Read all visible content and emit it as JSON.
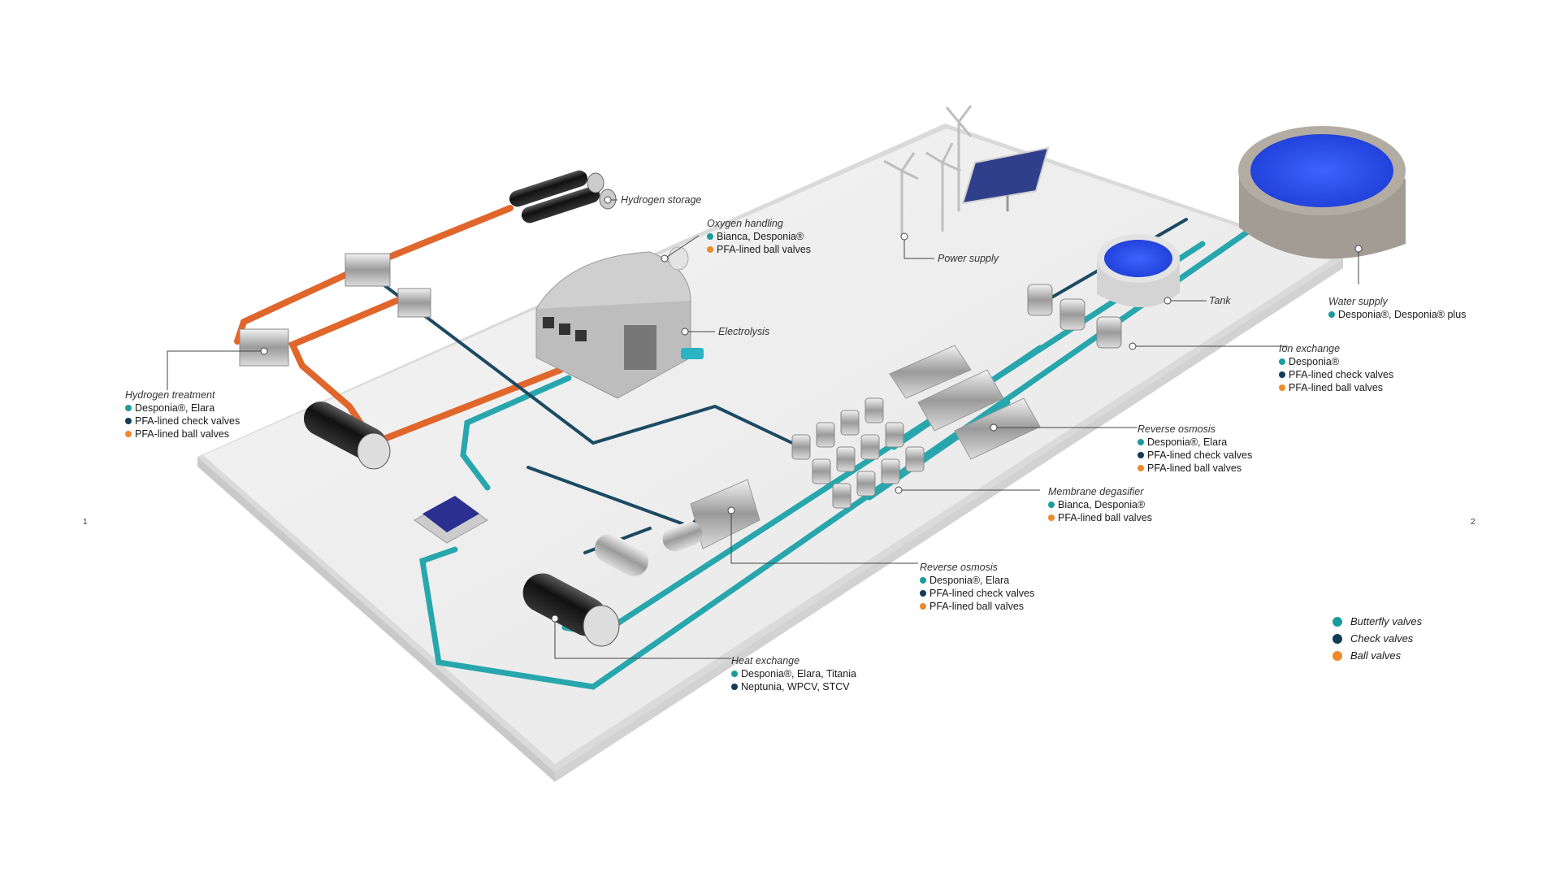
{
  "page_numbers": {
    "left": "1",
    "right": "2"
  },
  "callouts": {
    "hydrogen_storage": {
      "title": "Hydrogen storage"
    },
    "oxygen_handling": {
      "title": "Oxygen handling",
      "items": [
        "Bianca, Desponia®",
        "PFA-lined ball valves"
      ]
    },
    "power_supply": {
      "title": "Power supply"
    },
    "electrolysis": {
      "title": "Electrolysis"
    },
    "tank": {
      "title": "Tank"
    },
    "water_supply": {
      "title": "Water supply",
      "items": [
        "Desponia®, Desponia® plus"
      ]
    },
    "ion_exchange": {
      "title": "Ion exchange",
      "items": [
        "Desponia®",
        "PFA-lined check valves",
        "PFA-lined ball valves"
      ]
    },
    "hydrogen_treatment": {
      "title": "Hydrogen treatment",
      "items": [
        "Desponia®, Elara",
        "PFA-lined check valves",
        "PFA-lined ball valves"
      ]
    },
    "reverse_osmosis_upper": {
      "title": "Reverse osmosis",
      "items": [
        "Desponia®, Elara",
        "PFA-lined check valves",
        "PFA-lined ball valves"
      ]
    },
    "membrane_degasifier": {
      "title": "Membrane degasifier",
      "items": [
        "Bianca, Desponia®",
        "PFA-lined ball valves"
      ]
    },
    "reverse_osmosis_lower": {
      "title": "Reverse osmosis",
      "items": [
        "Desponia®, Elara",
        "PFA-lined check valves",
        "PFA-lined ball valves"
      ]
    },
    "heat_exchange": {
      "title": "Heat exchange",
      "items": [
        "Desponia®, Elara, Titania",
        "Neptunia, WPCV, STCV"
      ]
    }
  },
  "legend": [
    {
      "label": "Butterfly valves",
      "color": "#1b9c9c"
    },
    {
      "label": "Check valves",
      "color": "#123c58"
    },
    {
      "label": "Ball valves",
      "color": "#ee8a2c"
    }
  ],
  "colors": {
    "butterfly": "#1b9c9c",
    "check": "#123c58",
    "ball": "#ee8a2c",
    "water": "#2a4ee8"
  }
}
